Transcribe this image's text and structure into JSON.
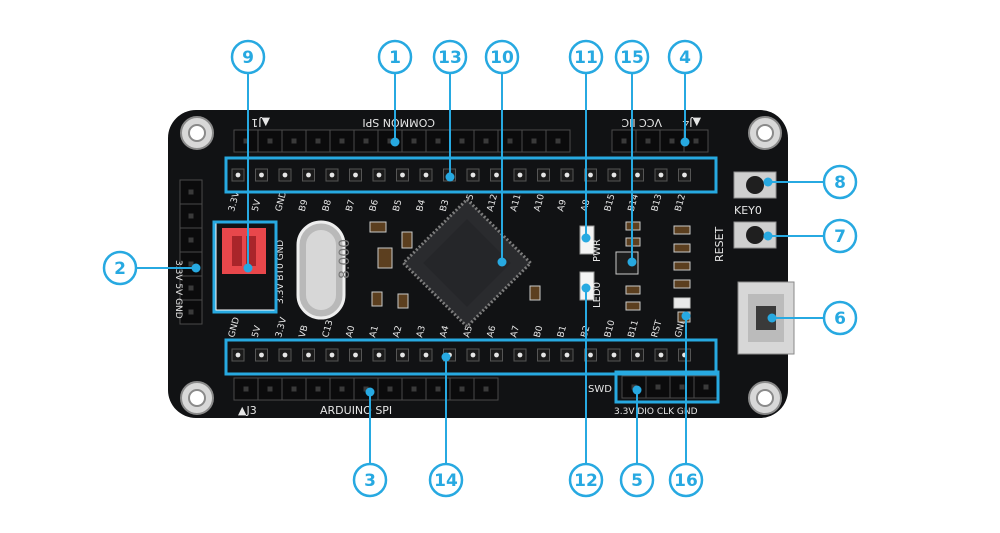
{
  "callouts": [
    "1",
    "2",
    "3",
    "4",
    "5",
    "6",
    "7",
    "8",
    "9",
    "10",
    "11",
    "12",
    "13",
    "14",
    "15",
    "16"
  ],
  "headers": {
    "j1": "▲J1",
    "common_spi": "COMMON SPI",
    "vcc_iic": "VCC IIC",
    "j4": "▲J4",
    "j3": "▲J3",
    "arduino_spi": "ARDUINO SPI",
    "swd": "SWD",
    "swd_pins": "3.3V DIO CLK GND"
  },
  "top_pin_labels": [
    "3.3V",
    "5V",
    "GND",
    "B9",
    "B8",
    "B7",
    "B6",
    "B5",
    "B4",
    "B3",
    "A15",
    "A12",
    "A11",
    "A10",
    "A9",
    "A8",
    "B15",
    "B14",
    "B13",
    "B12"
  ],
  "bottom_pin_labels": [
    "GND",
    "5V",
    "3.3V",
    "VB",
    "C13",
    "A0",
    "A1",
    "A2",
    "A3",
    "A4",
    "A5",
    "A6",
    "A7",
    "B0",
    "B1",
    "B2",
    "B10",
    "B11",
    "RST",
    "GND"
  ],
  "button_labels": {
    "key": "KEY0",
    "reset": "RESET"
  },
  "led_labels": {
    "pwr": "PWR",
    "led0": "LED0"
  },
  "switch_label": "3.3V BT0 GND",
  "crystal_label": "8.000",
  "left_header_label": "3.3V 5V GND"
}
